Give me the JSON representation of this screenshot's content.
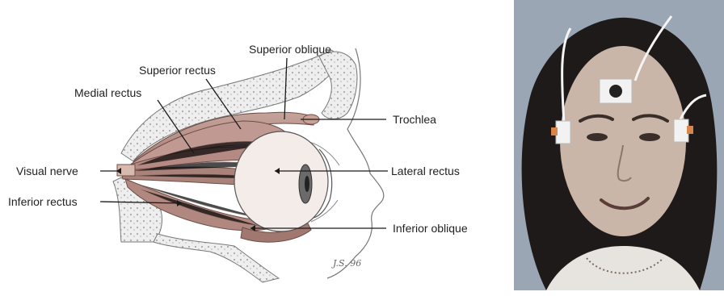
{
  "labels": {
    "superior_oblique": "Superior oblique",
    "superior_rectus": "Superior rectus",
    "medial_rectus": "Medial rectus",
    "trochlea": "Trochlea",
    "visual_nerve": "Visual nerve",
    "lateral_rectus": "Lateral rectus",
    "inferior_rectus": "Inferior rectus",
    "inferior_oblique": "Inferior oblique"
  },
  "signature": "J.S. 96",
  "colors": {
    "muscle": "#b9928a",
    "bone": "#e2e2e2",
    "photo_bg": "#9aa6b3",
    "skin": "#c9b6a8",
    "hair": "#1f1a1a"
  }
}
